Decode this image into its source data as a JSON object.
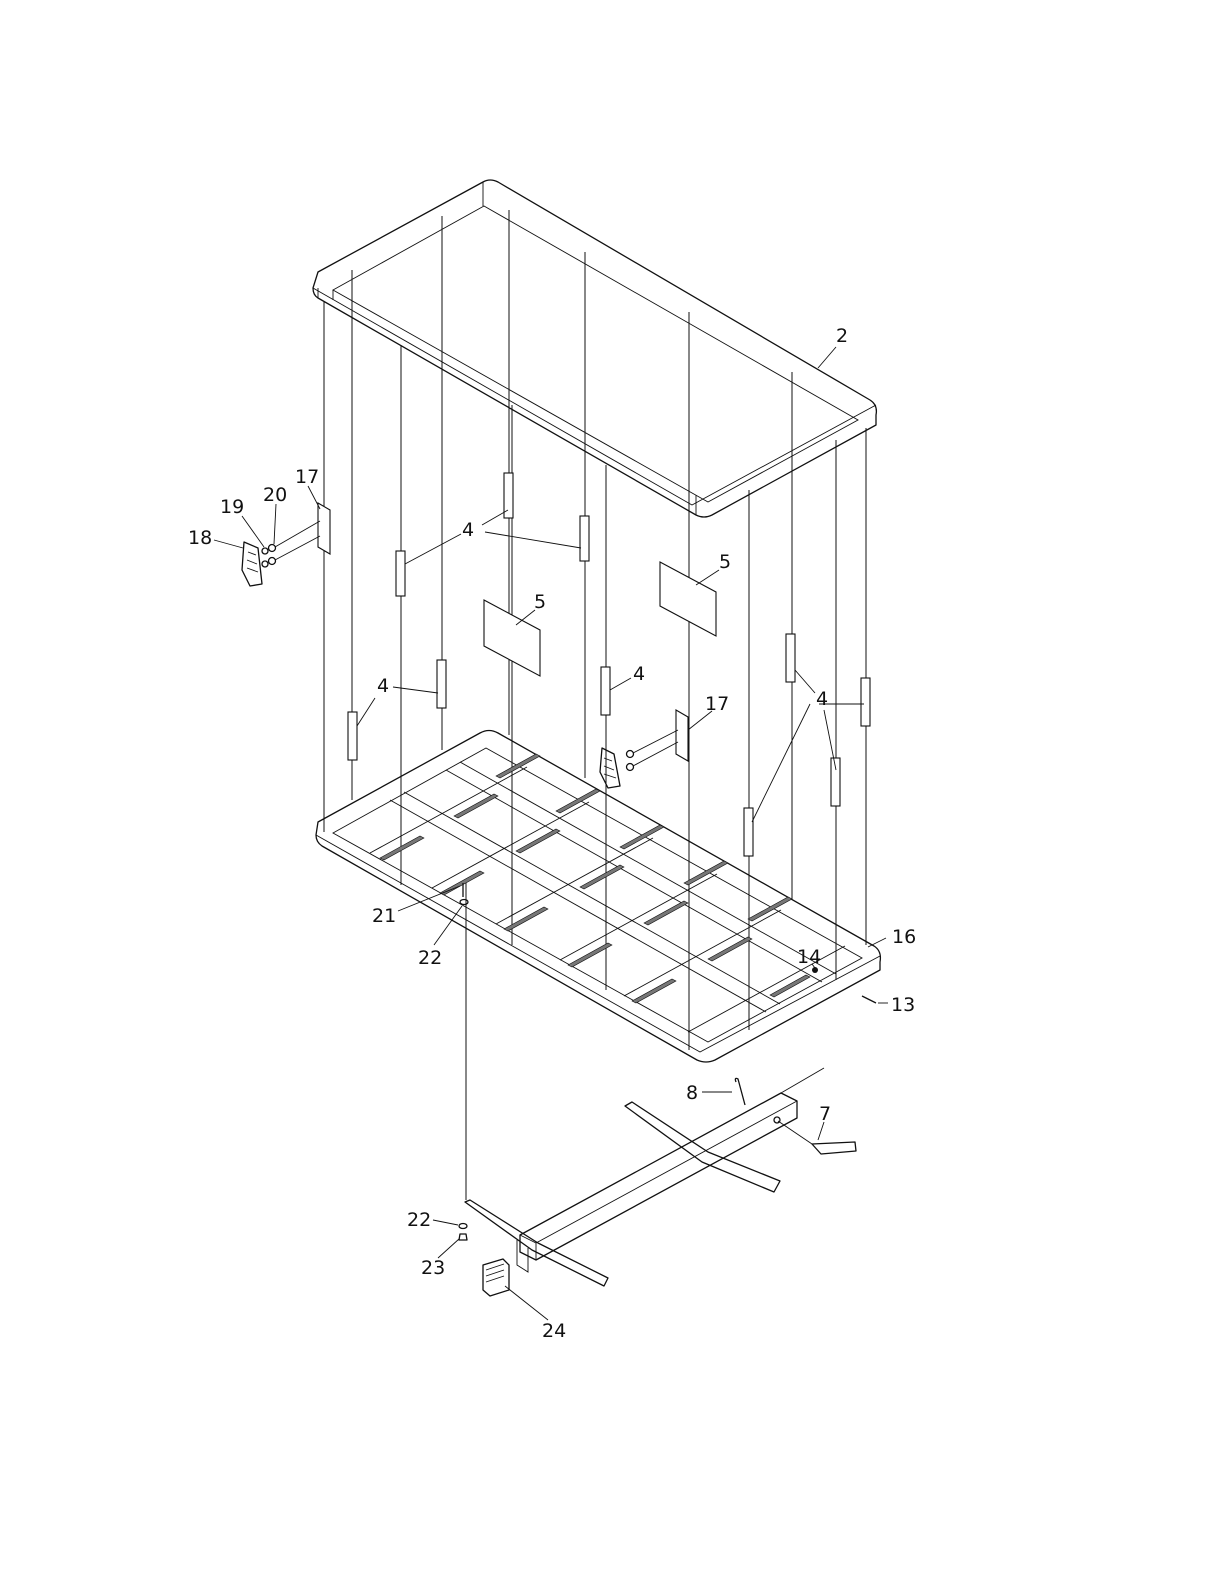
{
  "callouts": [
    {
      "id": "c2",
      "text": "2"
    },
    {
      "id": "c17a",
      "text": "17"
    },
    {
      "id": "c20",
      "text": "20"
    },
    {
      "id": "c19",
      "text": "19"
    },
    {
      "id": "c18",
      "text": "18"
    },
    {
      "id": "c4a",
      "text": "4"
    },
    {
      "id": "c5a",
      "text": "5"
    },
    {
      "id": "c5b",
      "text": "5"
    },
    {
      "id": "c4b",
      "text": "4"
    },
    {
      "id": "c4c",
      "text": "4"
    },
    {
      "id": "c17b",
      "text": "17"
    },
    {
      "id": "c4d",
      "text": "4"
    },
    {
      "id": "c16",
      "text": "16"
    },
    {
      "id": "c21",
      "text": "21"
    },
    {
      "id": "c22a",
      "text": "22"
    },
    {
      "id": "c14",
      "text": "14"
    },
    {
      "id": "c13",
      "text": "13"
    },
    {
      "id": "c8",
      "text": "8"
    },
    {
      "id": "c7",
      "text": "7"
    },
    {
      "id": "c22b",
      "text": "22"
    },
    {
      "id": "c23",
      "text": "23"
    },
    {
      "id": "c24",
      "text": "24"
    }
  ]
}
